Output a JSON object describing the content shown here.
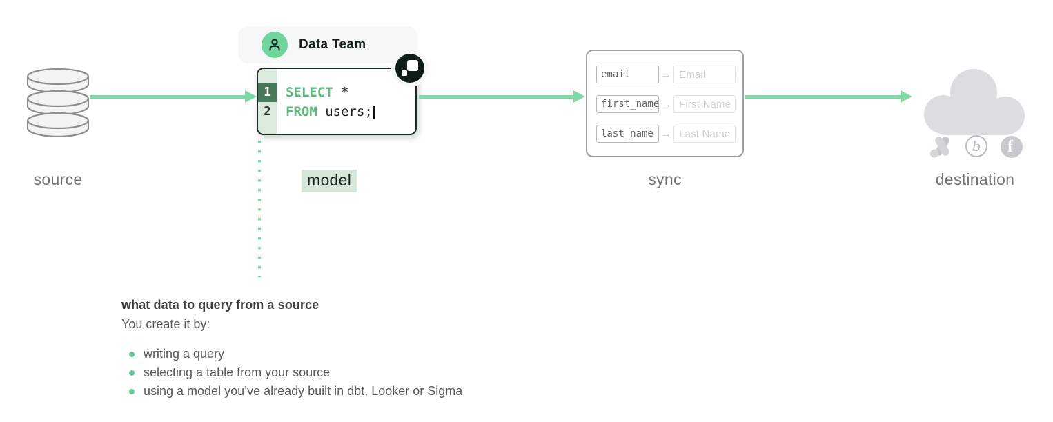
{
  "colors": {
    "accent_green": "#7ed9a4",
    "keyword_green": "#5bb97c",
    "gutter_dark_green": "#48795a",
    "gutter_light_green": "#dceade",
    "avatar_green": "#6fd59d",
    "bullet_green": "#5ecd92",
    "model_highlight": "#d6e6db",
    "label_gray": "#6f7774",
    "cloud_gray": "#dcdde1",
    "logo_gray": "#c7c9cd"
  },
  "nodes": {
    "source": {
      "label": "source"
    },
    "model": {
      "label": "model",
      "owner_badge": "Data Team",
      "code": [
        {
          "num": "1",
          "keyword": "SELECT",
          "rest": " *"
        },
        {
          "num": "2",
          "keyword": "FROM",
          "rest": " users;"
        }
      ]
    },
    "sync": {
      "label": "sync",
      "arrow_glyph": "→",
      "mappings": [
        {
          "from": "email",
          "to": "Email"
        },
        {
          "from": "first_name",
          "to": "First Name"
        },
        {
          "from": "last_name",
          "to": "Last Name"
        }
      ]
    },
    "destination": {
      "label": "destination",
      "logos": [
        "google-ads",
        "braze",
        "facebook"
      ]
    }
  },
  "annotation": {
    "title": "what data to query from a source",
    "subtitle": "You create it by:",
    "bullets": [
      "writing a query",
      "selecting a table from your source",
      "using a model you’ve already built in dbt, Looker or Sigma"
    ]
  }
}
